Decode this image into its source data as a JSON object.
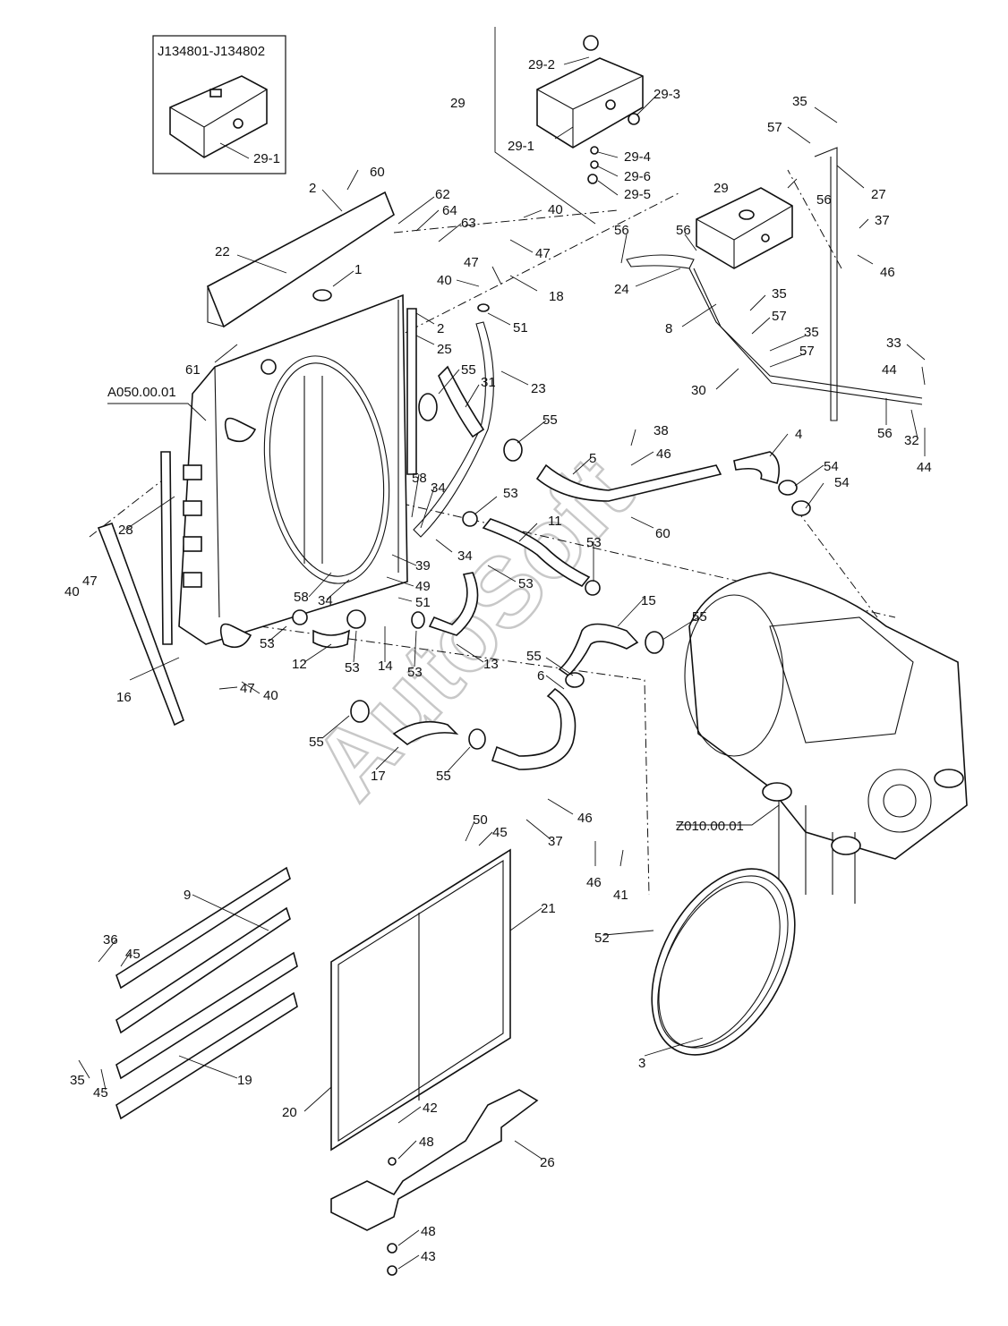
{
  "inset": {
    "title": "J134801-J134802",
    "part": "29-1"
  },
  "references": {
    "radiator": "A050.00.01",
    "engine": "Z010.00.01"
  },
  "watermark": "AutoSoft",
  "callouts": [
    "29-2",
    "29-3",
    "29",
    "29-1",
    "29-4",
    "29-6",
    "29-5",
    "35",
    "57",
    "56",
    "27",
    "29",
    "37",
    "46",
    "60",
    "2",
    "62",
    "64",
    "63",
    "40",
    "47",
    "22",
    "1",
    "47",
    "18",
    "40",
    "56",
    "56",
    "24",
    "8",
    "35",
    "57",
    "35",
    "57",
    "33",
    "44",
    "30",
    "56",
    "32",
    "44",
    "61",
    "2",
    "25",
    "51",
    "23",
    "A050.00.01",
    "55",
    "31",
    "55",
    "38",
    "46",
    "4",
    "54",
    "54",
    "5",
    "60",
    "53",
    "11",
    "58",
    "34",
    "34",
    "28",
    "47",
    "40",
    "39",
    "53",
    "49",
    "51",
    "58",
    "34",
    "53",
    "15",
    "55",
    "53",
    "12",
    "53",
    "14",
    "53",
    "13",
    "55",
    "16",
    "40",
    "47",
    "6",
    "55",
    "17",
    "55",
    "Z010.00.01",
    "46",
    "37",
    "50",
    "45",
    "46",
    "41",
    "9",
    "21",
    "36",
    "45",
    "52",
    "3",
    "35",
    "45",
    "19",
    "20",
    "42",
    "48",
    "26",
    "48",
    "43"
  ]
}
